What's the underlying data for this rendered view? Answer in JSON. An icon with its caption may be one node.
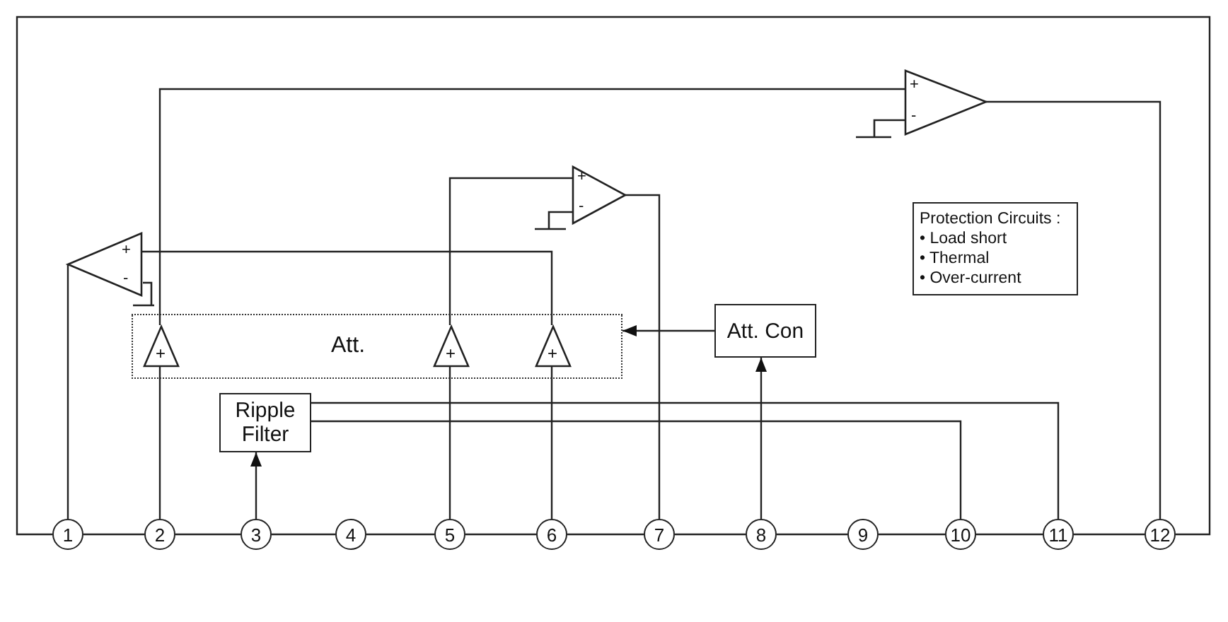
{
  "diagram": {
    "nodes": [
      {
        "text": [
          "1"
        ]
      },
      {
        "text": [
          "2"
        ]
      },
      {
        "text": [
          "3"
        ]
      },
      {
        "text": [
          "4"
        ]
      },
      {
        "text": [
          "5"
        ]
      },
      {
        "text": [
          "6"
        ]
      },
      {
        "text": [
          "7"
        ]
      },
      {
        "text": [
          "8"
        ]
      },
      {
        "text": [
          "9"
        ]
      },
      {
        "text": [
          "10"
        ]
      },
      {
        "text": [
          "11"
        ]
      },
      {
        "text": [
          "12"
        ]
      },
      {
        "text": [
          "Att."
        ]
      },
      {
        "text": [
          "+"
        ],
        "in": 12
      },
      {
        "text": [
          "+"
        ],
        "in": 12
      },
      {
        "text": [
          "+"
        ],
        "in": 12
      },
      {
        "text": [
          "Att. Con"
        ]
      },
      {
        "text": [
          "Ripple Filter"
        ]
      },
      {
        "text": [
          "Protection Circuits :",
          "• Load short",
          "• Thermal",
          "• Over-current"
        ]
      },
      {
        "text": [
          "+",
          "-"
        ]
      },
      {
        "text": [
          "+",
          "-"
        ]
      },
      {
        "text": [
          "+",
          "-"
        ]
      }
    ],
    "edges": [
      {
        "from": 0,
        "to": 1,
        "arrow": "none"
      },
      {
        "from": 1,
        "to": 2,
        "arrow": "none"
      },
      {
        "from": 2,
        "to": 3,
        "arrow": "none"
      },
      {
        "from": 3,
        "to": 4,
        "arrow": "none"
      },
      {
        "from": 4,
        "to": 5,
        "arrow": "none"
      },
      {
        "from": 5,
        "to": 6,
        "arrow": "none"
      },
      {
        "from": 6,
        "to": 7,
        "arrow": "none"
      },
      {
        "from": 7,
        "to": 8,
        "arrow": "none"
      },
      {
        "from": 8,
        "to": 9,
        "arrow": "none"
      },
      {
        "from": 9,
        "to": 10,
        "arrow": "none"
      },
      {
        "from": 10,
        "to": 11,
        "arrow": "none"
      },
      {
        "from": 0,
        "to": 11,
        "arrow": "none"
      },
      {
        "from": 19,
        "to": 0,
        "arrow": "none"
      },
      {
        "from": 1,
        "to": 13,
        "arrow": "none"
      },
      {
        "from": 13,
        "to": 21,
        "arrow": "none"
      },
      {
        "from": 4,
        "to": 14,
        "arrow": "none"
      },
      {
        "from": 14,
        "to": 20,
        "arrow": "none"
      },
      {
        "from": 5,
        "to": 15,
        "arrow": "none"
      },
      {
        "from": 15,
        "to": 19,
        "arrow": "none"
      },
      {
        "from": 20,
        "to": 6,
        "arrow": "none"
      },
      {
        "from": 21,
        "to": 11,
        "arrow": "none"
      },
      {
        "from": 16,
        "to": 12,
        "arrow": "to"
      },
      {
        "from": 7,
        "to": 16,
        "arrow": "to"
      },
      {
        "from": 2,
        "to": 17,
        "arrow": "to"
      },
      {
        "from": 17,
        "to": 10,
        "arrow": "none"
      },
      {
        "from": 17,
        "to": 9,
        "arrow": "none"
      }
    ]
  }
}
